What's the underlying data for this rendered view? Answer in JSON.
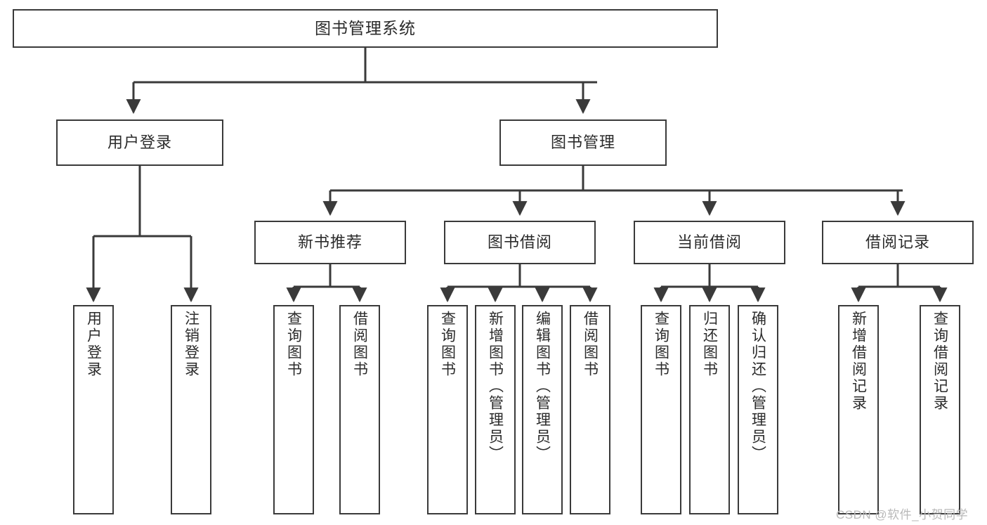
{
  "diagram": {
    "title": "图书管理系统",
    "type": "tree",
    "background_color": "#ffffff",
    "line_color": "#3a3a3a",
    "text_color": "#2b2b2b",
    "nodes": {
      "root": {
        "label": "图书管理系统"
      },
      "level2": [
        {
          "id": "user_login",
          "label": "用户登录"
        },
        {
          "id": "book_manage",
          "label": "图书管理"
        }
      ],
      "level3": [
        {
          "id": "new_book_rec",
          "label": "新书推荐",
          "parent": "book_manage"
        },
        {
          "id": "book_borrow",
          "label": "图书借阅",
          "parent": "book_manage"
        },
        {
          "id": "current_borrow",
          "label": "当前借阅",
          "parent": "book_manage"
        },
        {
          "id": "borrow_record",
          "label": "借阅记录",
          "parent": "book_manage"
        }
      ],
      "leaves": [
        {
          "id": "leaf_user_login",
          "label": "用户登录",
          "parent": "user_login"
        },
        {
          "id": "leaf_user_logout",
          "label": "注销登录",
          "parent": "user_login"
        },
        {
          "id": "leaf_query_book_1",
          "label": "查询图书",
          "parent": "new_book_rec"
        },
        {
          "id": "leaf_borrow_book_1",
          "label": "借阅图书",
          "parent": "new_book_rec"
        },
        {
          "id": "leaf_query_book_2",
          "label": "查询图书",
          "parent": "book_borrow"
        },
        {
          "id": "leaf_add_book",
          "label": "新增图书（管理员）",
          "parent": "book_borrow"
        },
        {
          "id": "leaf_edit_book",
          "label": "编辑图书（管理员）",
          "parent": "book_borrow"
        },
        {
          "id": "leaf_borrow_book_2",
          "label": "借阅图书",
          "parent": "book_borrow"
        },
        {
          "id": "leaf_query_book_3",
          "label": "查询图书",
          "parent": "current_borrow"
        },
        {
          "id": "leaf_return_book",
          "label": "归还图书",
          "parent": "current_borrow"
        },
        {
          "id": "leaf_confirm_return",
          "label": "确认归还（管理员）",
          "parent": "current_borrow"
        },
        {
          "id": "leaf_add_record",
          "label": "新增借阅记录",
          "parent": "borrow_record"
        },
        {
          "id": "leaf_query_record",
          "label": "查询借阅记录",
          "parent": "borrow_record"
        }
      ]
    }
  },
  "watermark": {
    "text": "CSDN @软件_小贺同学"
  }
}
